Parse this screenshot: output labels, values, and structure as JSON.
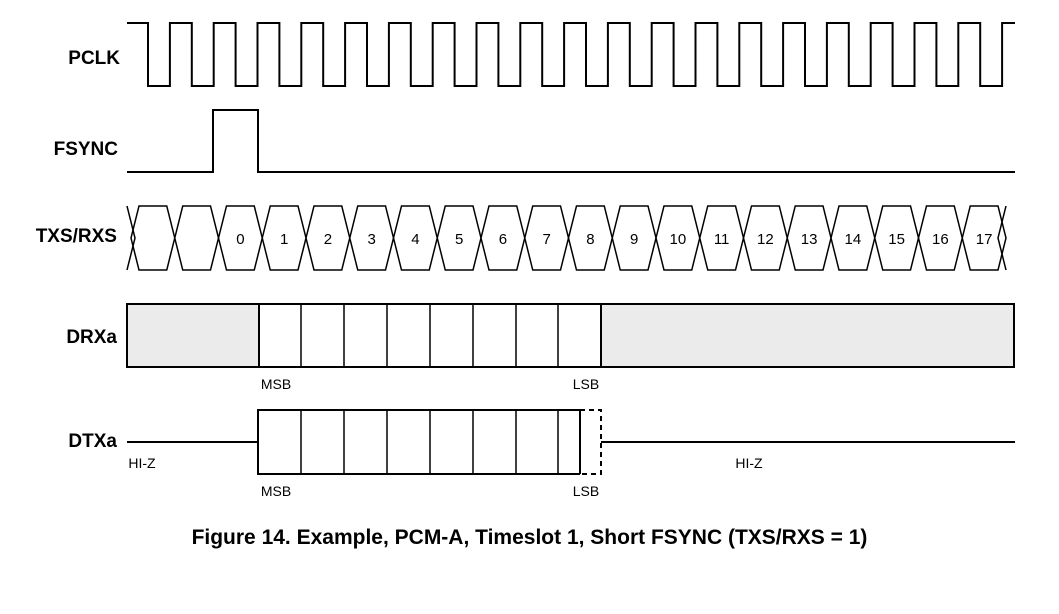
{
  "signals": {
    "pclk": "PCLK",
    "fsync": "FSYNC",
    "txs_rxs": "TXS/RXS",
    "drxa": "DRXa",
    "dtxa": "DTXa"
  },
  "timeslots": [
    "",
    "",
    "0",
    "1",
    "2",
    "3",
    "4",
    "5",
    "6",
    "7",
    "8",
    "9",
    "10",
    "11",
    "12",
    "13",
    "14",
    "15",
    "16",
    "17"
  ],
  "drxa": {
    "msb": "MSB",
    "lsb": "LSB"
  },
  "dtxa": {
    "msb": "MSB",
    "lsb": "LSB",
    "hiz_left": "HI-Z",
    "hiz_right": "HI-Z"
  },
  "caption": "Figure 14. Example, PCM-A, Timeslot 1, Short FSYNC (TXS/RXS = 1)",
  "colors": {
    "inactive_fill": "#ebebeb",
    "line": "#000000"
  }
}
